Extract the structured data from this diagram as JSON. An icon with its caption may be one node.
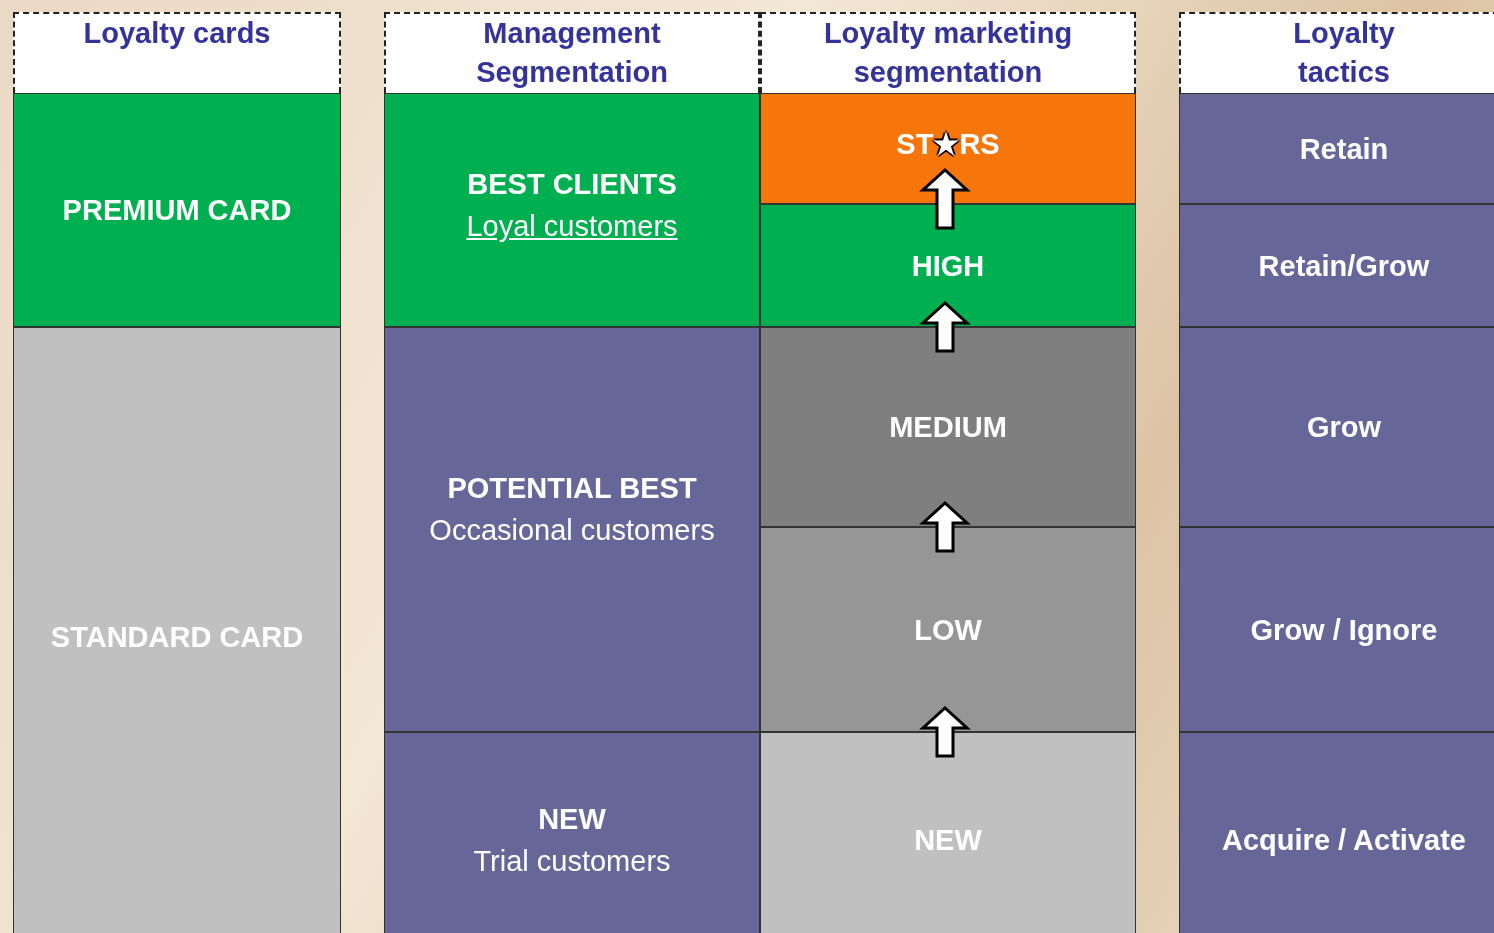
{
  "diagram": {
    "nodes": [
      {
        "text": [
          "Loyalty cards"
        ]
      },
      {
        "text": [
          "Management Segmentation"
        ]
      },
      {
        "text": [
          "Loyalty marketing segmentation"
        ]
      },
      {
        "text": [
          "Loyalty tactics"
        ]
      },
      {
        "text": [
          "PREMIUM CARD"
        ]
      },
      {
        "text": [
          "STANDARD CARD"
        ]
      },
      {
        "text": [
          "BEST CLIENTS",
          "Loyal customers"
        ]
      },
      {
        "text": [
          "POTENTIAL BEST",
          "Occasional customers"
        ]
      },
      {
        "text": [
          "NEW",
          "Trial customers"
        ]
      },
      {
        "text": [
          "ST★RS"
        ]
      },
      {
        "text": [
          "HIGH"
        ]
      },
      {
        "text": [
          "MEDIUM"
        ]
      },
      {
        "text": [
          "LOW"
        ]
      },
      {
        "text": [
          "NEW"
        ]
      },
      {
        "text": [
          "Retain"
        ]
      },
      {
        "text": [
          "Retain/Grow"
        ]
      },
      {
        "text": [
          "Grow"
        ]
      },
      {
        "text": [
          "Grow / Ignore"
        ]
      },
      {
        "text": [
          "Acquire / Activate"
        ]
      }
    ],
    "edges": [
      {
        "from": 13,
        "to": 12,
        "arrow": "to"
      },
      {
        "from": 12,
        "to": 11,
        "arrow": "to"
      },
      {
        "from": 11,
        "to": 10,
        "arrow": "to"
      },
      {
        "from": 10,
        "to": 9,
        "arrow": "to"
      }
    ]
  }
}
